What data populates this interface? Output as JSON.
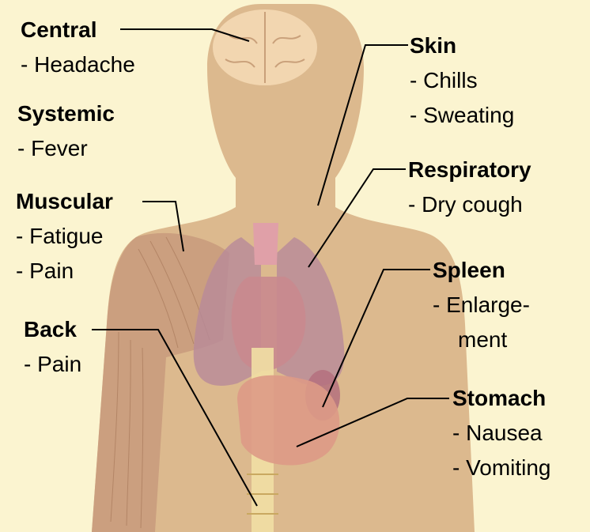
{
  "labels": {
    "central": {
      "title": "Central",
      "items": [
        "Headache"
      ]
    },
    "systemic": {
      "title": "Systemic",
      "items": [
        "Fever"
      ]
    },
    "muscular": {
      "title": "Muscular",
      "items": [
        "Fatigue",
        "Pain"
      ]
    },
    "back": {
      "title": "Back",
      "items": [
        "Pain"
      ]
    },
    "skin": {
      "title": "Skin",
      "items": [
        "Chills",
        "Sweating"
      ]
    },
    "respiratory": {
      "title": "Respiratory",
      "items": [
        "Dry cough"
      ]
    },
    "spleen": {
      "title": "Spleen",
      "items": [
        "Enlarge-"
      ],
      "continuation": "ment"
    },
    "stomach": {
      "title": "Stomach",
      "items": [
        "Nausea",
        "Vomiting"
      ]
    }
  },
  "colors": {
    "background": "#fbf4d0",
    "body": "#dcb98e",
    "lungs": "#b88a9a",
    "heart": "#c98a8e",
    "stomach": "#dd9a86",
    "muscle": "#c89a7c",
    "spine": "#f1dfa4",
    "brain": "#f2d6b0",
    "leader_line": "#000000"
  }
}
